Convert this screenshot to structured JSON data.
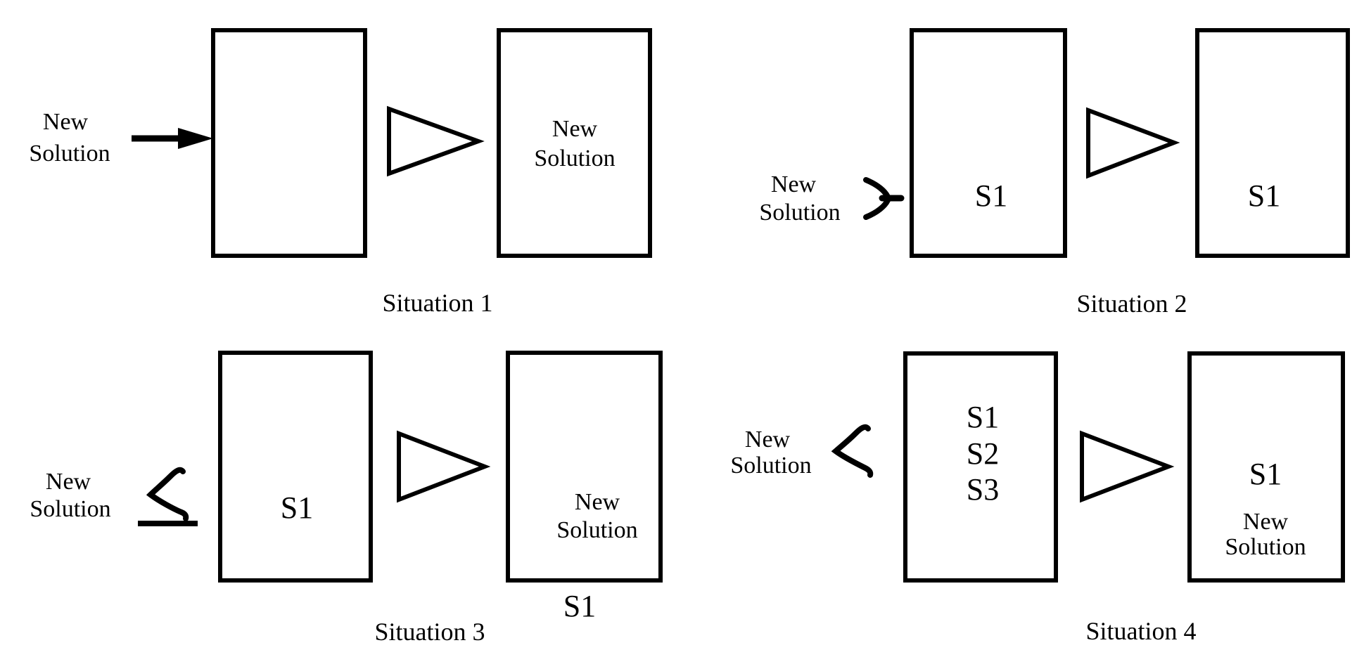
{
  "colors": {
    "ink": "#000000",
    "background": "#ffffff"
  },
  "situations": [
    {
      "caption": "Situation 1",
      "new_solution_label": {
        "line1": "New",
        "line2": "Solution"
      },
      "connector_in": "filled-arrow",
      "left_box": {
        "lines": []
      },
      "transition": "hollow-triangle",
      "right_box": {
        "lines": [
          "New",
          "Solution"
        ]
      }
    },
    {
      "caption": "Situation 2",
      "new_solution_label": {
        "line1": "New",
        "line2": "Solution"
      },
      "connector_in": "deflection-chevron-right",
      "left_box": {
        "lines": [
          "S1"
        ]
      },
      "transition": "hollow-triangle",
      "right_box": {
        "lines": [
          "S1"
        ]
      }
    },
    {
      "caption": "Situation 3",
      "new_solution_label": {
        "line1": "New",
        "line2": "Solution"
      },
      "connector_in": "deflection-chevron-left-with-underline",
      "left_box": {
        "lines": [
          "S1"
        ]
      },
      "transition": "hollow-triangle",
      "right_box": {
        "lines": [
          "New",
          "Solution"
        ]
      },
      "below_right_box": "S1"
    },
    {
      "caption": "Situation 4",
      "new_solution_label": {
        "line1": "New",
        "line2": "Solution"
      },
      "connector_in": "deflection-chevron-left",
      "left_box": {
        "lines": [
          "S1",
          "S2",
          "S3"
        ]
      },
      "transition": "hollow-triangle",
      "right_box": {
        "lines": [
          "S1",
          "New",
          "Solution"
        ]
      }
    }
  ]
}
